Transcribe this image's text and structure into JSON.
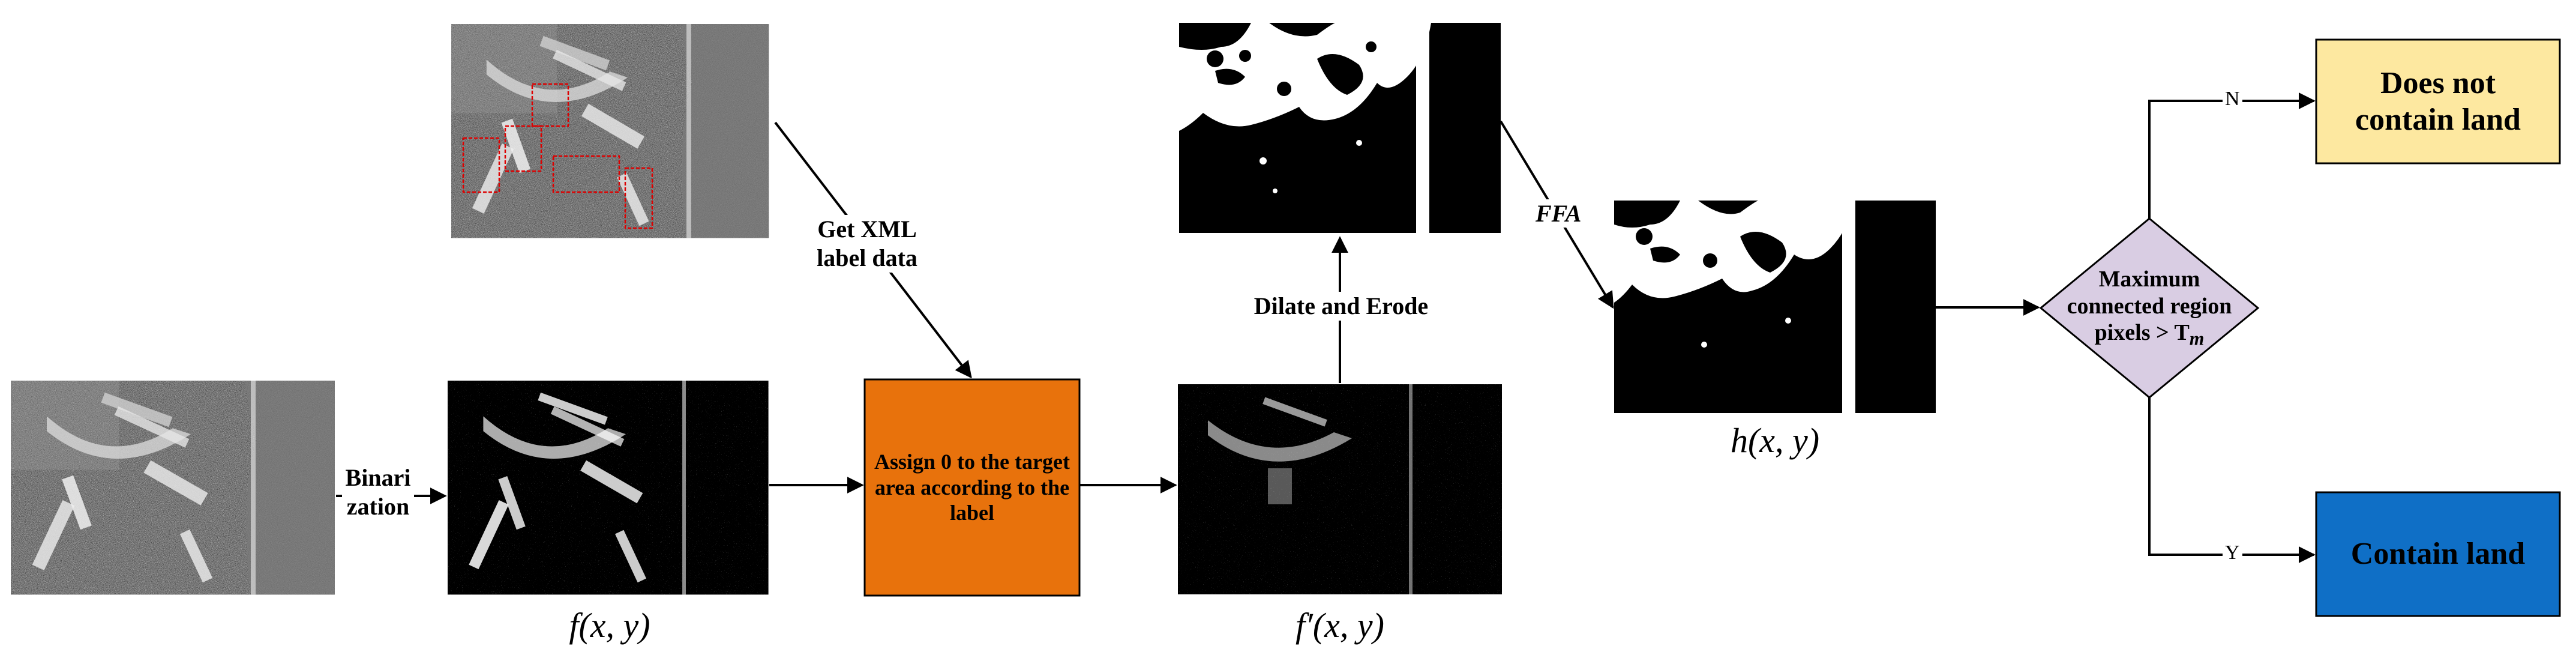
{
  "diagram": {
    "binarization_label": "Binari\nzation",
    "get_xml_label": "Get XML\nlabel data",
    "assign_box_text": "Assign 0 to the target area according to the label",
    "dilate_erode_label": "Dilate and Erode",
    "ffa_label": "FFA",
    "fxy_label": "f(x, y)",
    "fprime_label": "f′(x, y)",
    "hxy_label": "h(x, y)",
    "decision_text": "Maximum connected region pixels > T",
    "decision_subscript": "m",
    "no_label": "N",
    "yes_label": "Y",
    "no_land_box_text": "Does not contain land",
    "land_box_text": "Contain land",
    "colors": {
      "assign_box": "#E8720C",
      "decision_fill": "#D9CDE3",
      "no_land_fill": "#FDE8A0",
      "land_fill": "#0F6FC6"
    },
    "panel_images": [
      "sar-harbor-original",
      "sar-harbor-with-target-boxes",
      "binarized-image",
      "target-removed-image",
      "dilated-eroded-mask",
      "ffa-land-mask"
    ]
  }
}
